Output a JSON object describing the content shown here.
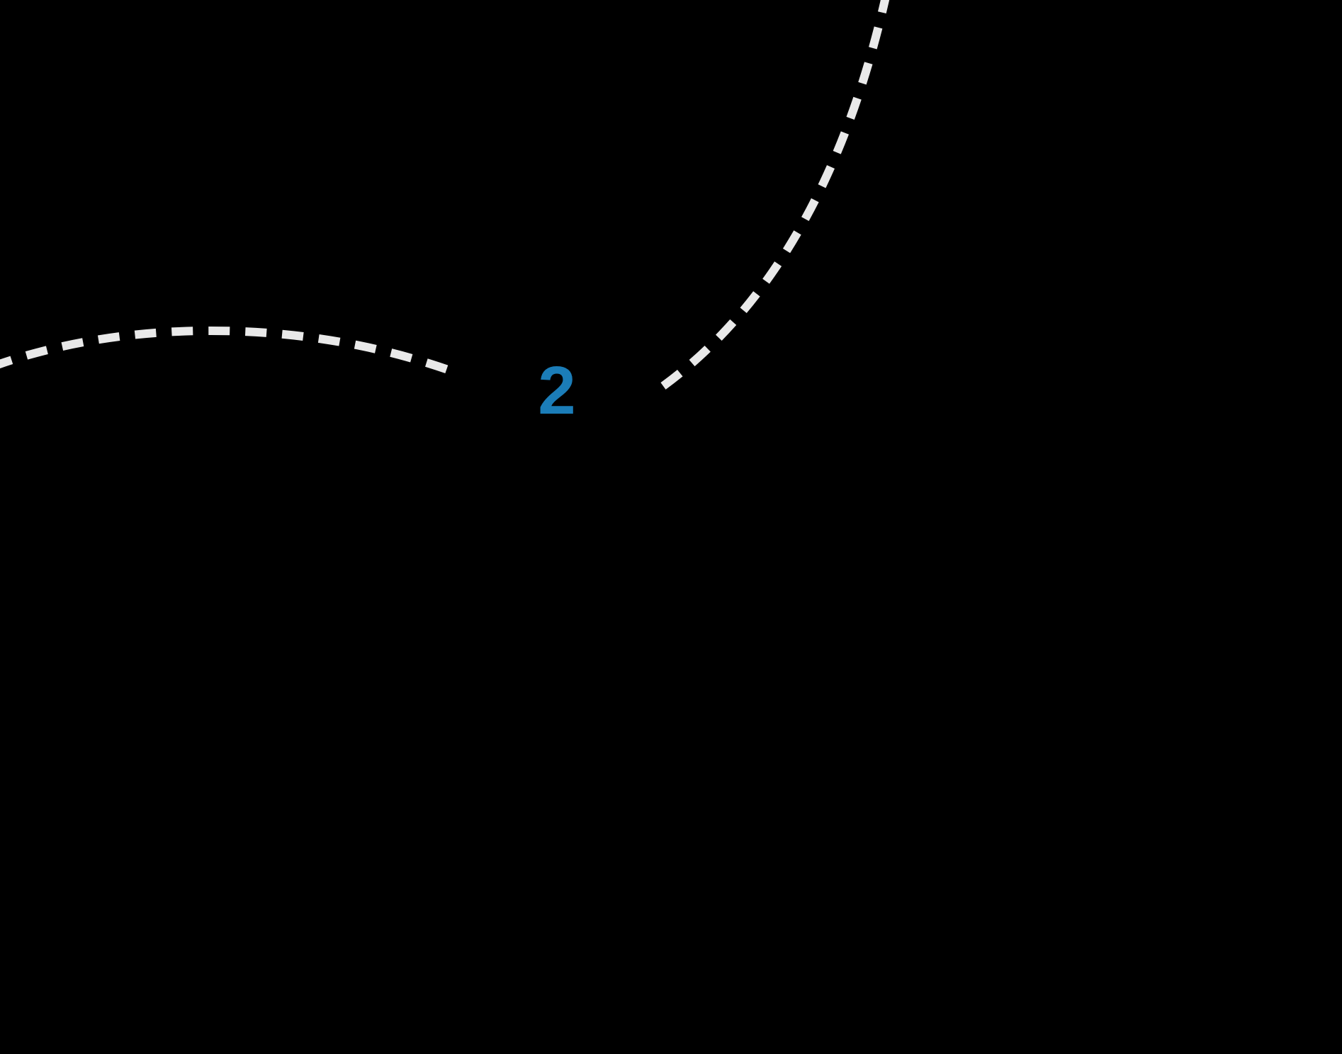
{
  "canvas": {
    "background": "#000000"
  },
  "step": {
    "number": "2",
    "color": "#1b7db8"
  },
  "connectors": {
    "color": "#e9e9e9",
    "style": "dashed",
    "left_curve_description": "gentle arc from left edge dipping toward center",
    "right_curve_description": "rising arc curving up to top edge"
  }
}
